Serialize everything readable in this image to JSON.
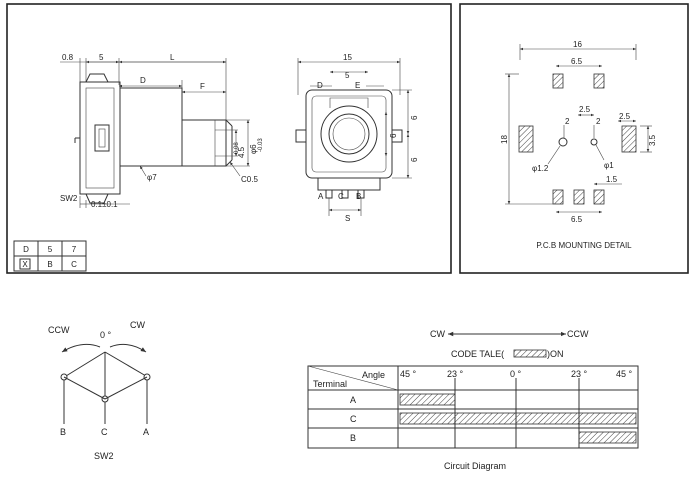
{
  "side_view": {
    "dim_0_8": "0.8",
    "dim_5": "5",
    "dim_L": "L",
    "dim_D": "D",
    "dim_F": "F",
    "dim_phi7": "φ7",
    "dim_c05": "C0.5",
    "dim_sw2": "SW2",
    "dim_01": "0.1±0.1",
    "dim_phi6": "φ6",
    "dim_phi6_tol": "-0.03",
    "dim_45": "4.5",
    "dim_45_tol": "-0.08"
  },
  "size_table": {
    "row1": [
      "D",
      "5",
      "7"
    ],
    "row2": [
      "X",
      "B",
      "C"
    ]
  },
  "front_view": {
    "dim_15": "15",
    "dim_5": "5",
    "dim_D": "D",
    "dim_E": "E",
    "dim_6a": "6",
    "dim_6b": "6",
    "dim_6c": "6",
    "dim_S": "S",
    "term_A": "A",
    "term_C": "C",
    "term_B": "B"
  },
  "pcb": {
    "dim_16": "16",
    "dim_65a": "6.5",
    "dim_18": "18",
    "dim_2a": "2",
    "dim_25a": "2.5",
    "dim_25b": "2.5",
    "dim_2b": "2",
    "dim_35": "3.5",
    "dim_phi12": "φ1.2",
    "dim_phi1": "φ1",
    "dim_15": "1.5",
    "dim_65b": "6.5",
    "title": "P.C.B MOUNTING DETAIL"
  },
  "switch": {
    "ccw": "CCW",
    "zero": "0 °",
    "cw": "CW",
    "term_B": "B",
    "term_C": "C",
    "term_A": "A",
    "title": "SW2"
  },
  "circuit": {
    "cw": "CW",
    "ccw": "CCW",
    "code_pre": "CODE TALE(",
    "code_post": ")ON",
    "angle": "Angle",
    "terminal": "Terminal",
    "angles": [
      "45 °",
      "23 °",
      "0 °",
      "23 °",
      "45 °"
    ],
    "rows": [
      "A",
      "C",
      "B"
    ],
    "title": "Circuit Diagram"
  }
}
